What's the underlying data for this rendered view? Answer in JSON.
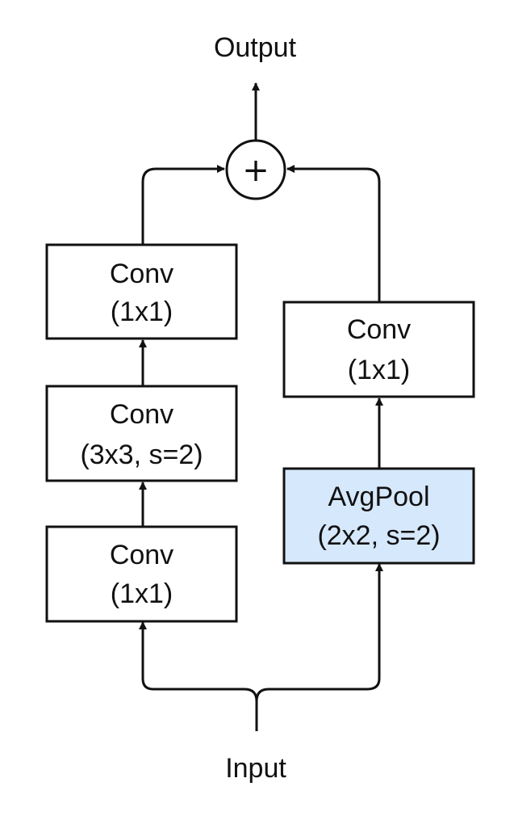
{
  "input_label": "Input",
  "output_label": "Output",
  "sum_symbol": "+",
  "main_path": [
    {
      "line1": "Conv",
      "line2": "(1x1)"
    },
    {
      "line1": "Conv",
      "line2": "(3x3, s=2)"
    },
    {
      "line1": "Conv",
      "line2": "(1x1)"
    }
  ],
  "shortcut_path": [
    {
      "line1": "AvgPool",
      "line2": "(2x2, s=2)"
    },
    {
      "line1": "Conv",
      "line2": "(1x1)"
    }
  ],
  "colors": {
    "stroke": "#111111",
    "box_fill": "#ffffff",
    "highlight_fill": "#d6e8fb"
  }
}
